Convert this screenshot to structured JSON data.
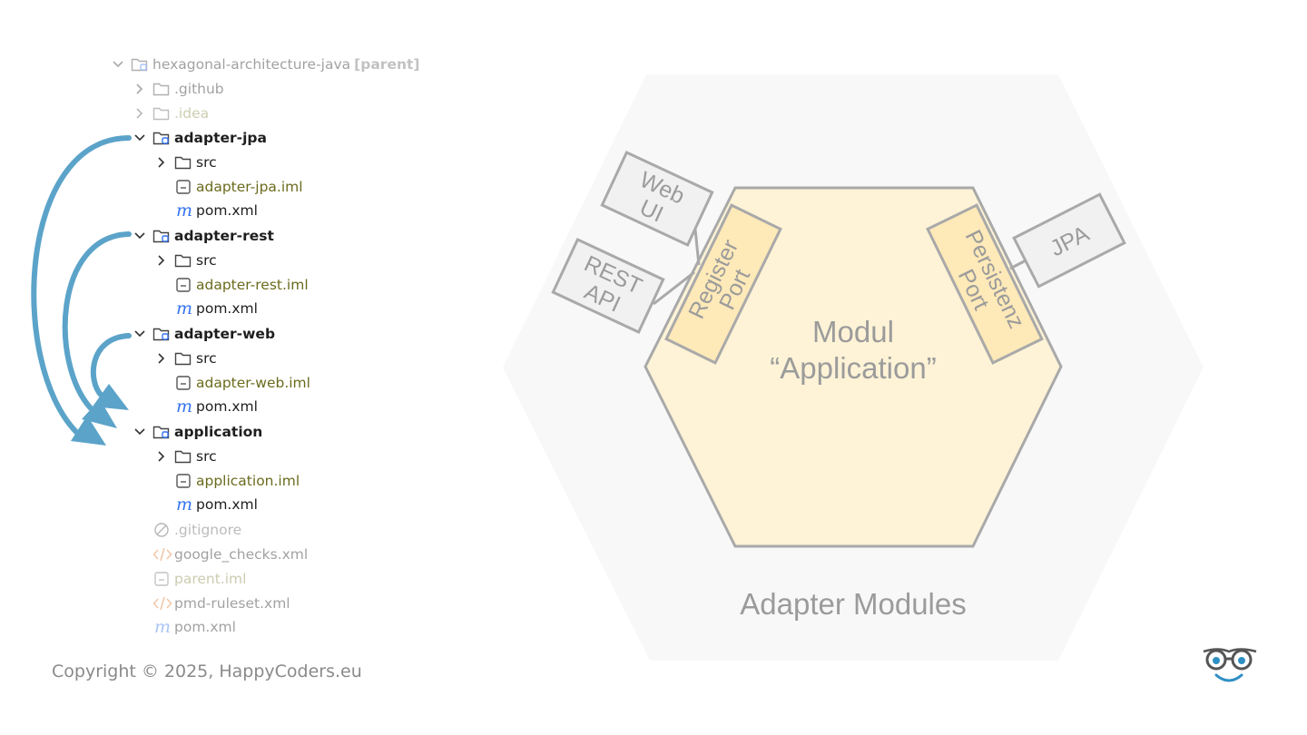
{
  "tree": {
    "root": {
      "label": "hexagonal-architecture-java",
      "tag": "[parent]"
    },
    "items": [
      {
        "label": ".github"
      },
      {
        "label": ".idea"
      },
      {
        "label": "adapter-jpa"
      },
      {
        "label": "src"
      },
      {
        "label": "adapter-jpa.iml"
      },
      {
        "label": "pom.xml"
      },
      {
        "label": "adapter-rest"
      },
      {
        "label": "src"
      },
      {
        "label": "adapter-rest.iml"
      },
      {
        "label": "pom.xml"
      },
      {
        "label": "adapter-web"
      },
      {
        "label": "src"
      },
      {
        "label": "adapter-web.iml"
      },
      {
        "label": "pom.xml"
      },
      {
        "label": "application"
      },
      {
        "label": "src"
      },
      {
        "label": "application.iml"
      },
      {
        "label": "pom.xml"
      },
      {
        "label": ".gitignore"
      },
      {
        "label": "google_checks.xml"
      },
      {
        "label": "parent.iml"
      },
      {
        "label": "pmd-ruleset.xml"
      },
      {
        "label": "pom.xml"
      }
    ]
  },
  "diagram": {
    "web_ui": [
      "Web",
      "UI"
    ],
    "rest_api": [
      "REST",
      "API"
    ],
    "register_port": [
      "Register",
      "Port"
    ],
    "persistenz_port": [
      "Persistenz",
      "Port"
    ],
    "jpa": "JPA",
    "module": [
      "Modul",
      "“Application”"
    ],
    "outer_label": "Adapter Modules"
  },
  "colors": {
    "arrow": "#5ba3c9",
    "module_fill": "#fef3d6",
    "port_fill": "#fee9b8",
    "box_fill": "#f1f1f1",
    "outer_fill": "#f8f8f8",
    "stroke": "#a9a9a9",
    "text": "#9b9b9b"
  },
  "footer": {
    "copyright": "Copyright © 2025, HappyCoders.eu"
  }
}
